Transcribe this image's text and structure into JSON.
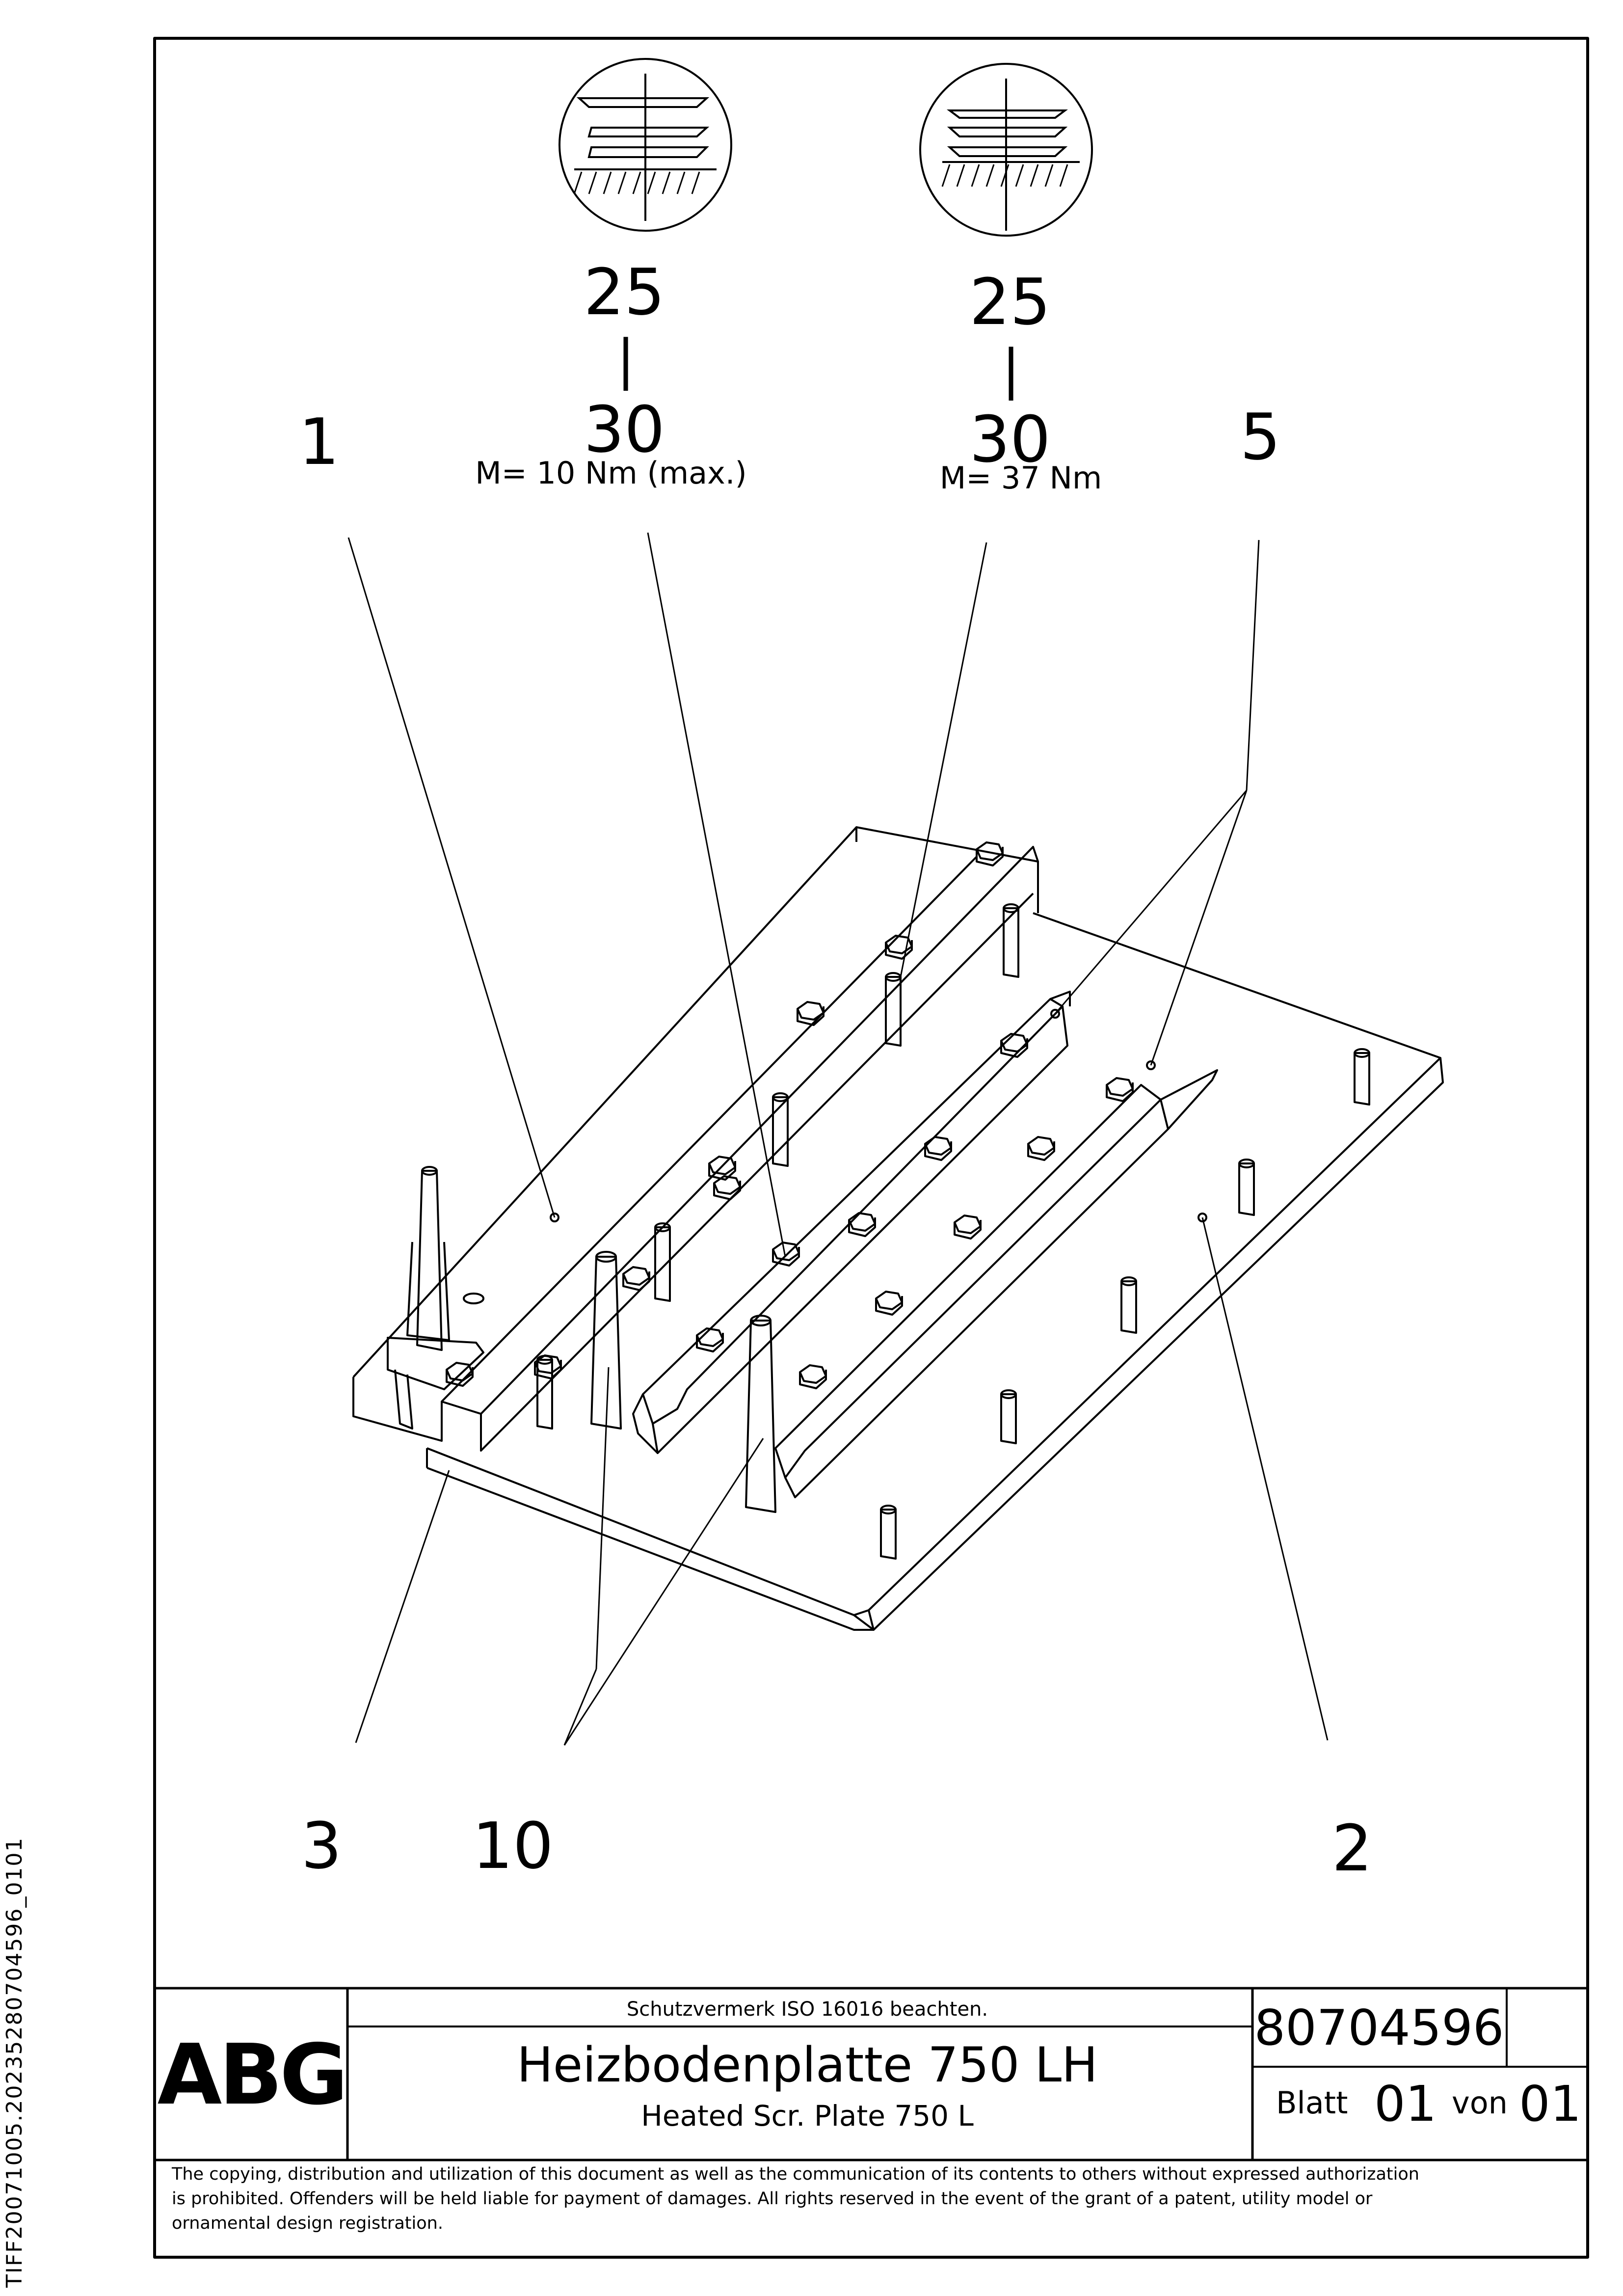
{
  "drawing": {
    "balloons": [
      {
        "id": "b1",
        "text": "1"
      },
      {
        "id": "b5",
        "text": "5"
      },
      {
        "id": "b3",
        "text": "3"
      },
      {
        "id": "b10",
        "text": "10"
      },
      {
        "id": "b2",
        "text": "2"
      }
    ],
    "torque_left": {
      "top": "25",
      "sep": "|",
      "bottom": "30",
      "note": "M= 10 Nm (max.)"
    },
    "torque_right": {
      "top": "25",
      "sep": "|",
      "bottom": "30",
      "note": "M= 37 Nm"
    }
  },
  "title_block": {
    "logo": "ABG",
    "protection_note": "Schutzvermerk ISO 16016 beachten.",
    "title_de": "Heizbodenplatte 750 LH",
    "title_en": "Heated Scr. Plate 750 L",
    "drawing_number": "80704596",
    "sheet_label": "Blatt",
    "sheet_number": "01",
    "of_label": "von",
    "sheet_total": "01"
  },
  "copyright_lines": [
    "The copying, distribution and utilization of this document as well as the communication of its contents to others without expressed authorization",
    "is prohibited. Offenders will be held liable for payment of damages. All rights reserved in the event of the grant of a patent, utility model or",
    "ornamental design registration."
  ],
  "side_id": "TIFF20071005.20235280704596_0101"
}
